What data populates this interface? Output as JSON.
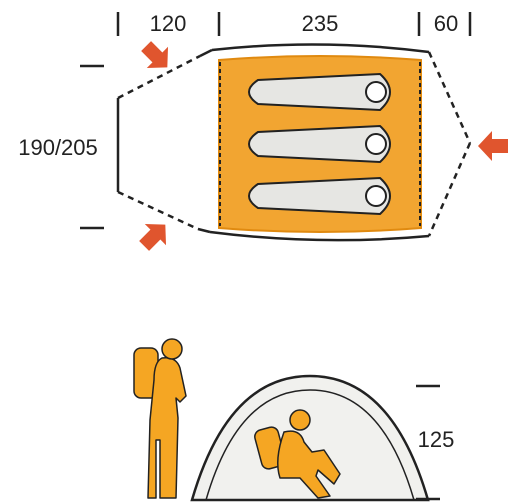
{
  "dimensions": {
    "vestibule_front_length": "120",
    "inner_tent_length": "235",
    "vestibule_rear_length": "60",
    "width": "190/205",
    "height": "125"
  },
  "sleeping_pads": {
    "count": 3
  },
  "colors": {
    "inner_tent": "#f2a531",
    "inner_tent_edge": "#e08a10",
    "sleeping_pad": "#e6e6e3",
    "outline": "#222222",
    "entrance_arrow": "#e0552e",
    "person": "#f5a623",
    "dome_fill": "#f1f1ee",
    "dome_stroke": "#222222",
    "background": "#ffffff"
  },
  "icons": {
    "entrance_arrow": "entrance-arrow-icon",
    "standing_person": "standing-hiker-icon",
    "sitting_person": "sitting-hiker-icon"
  }
}
